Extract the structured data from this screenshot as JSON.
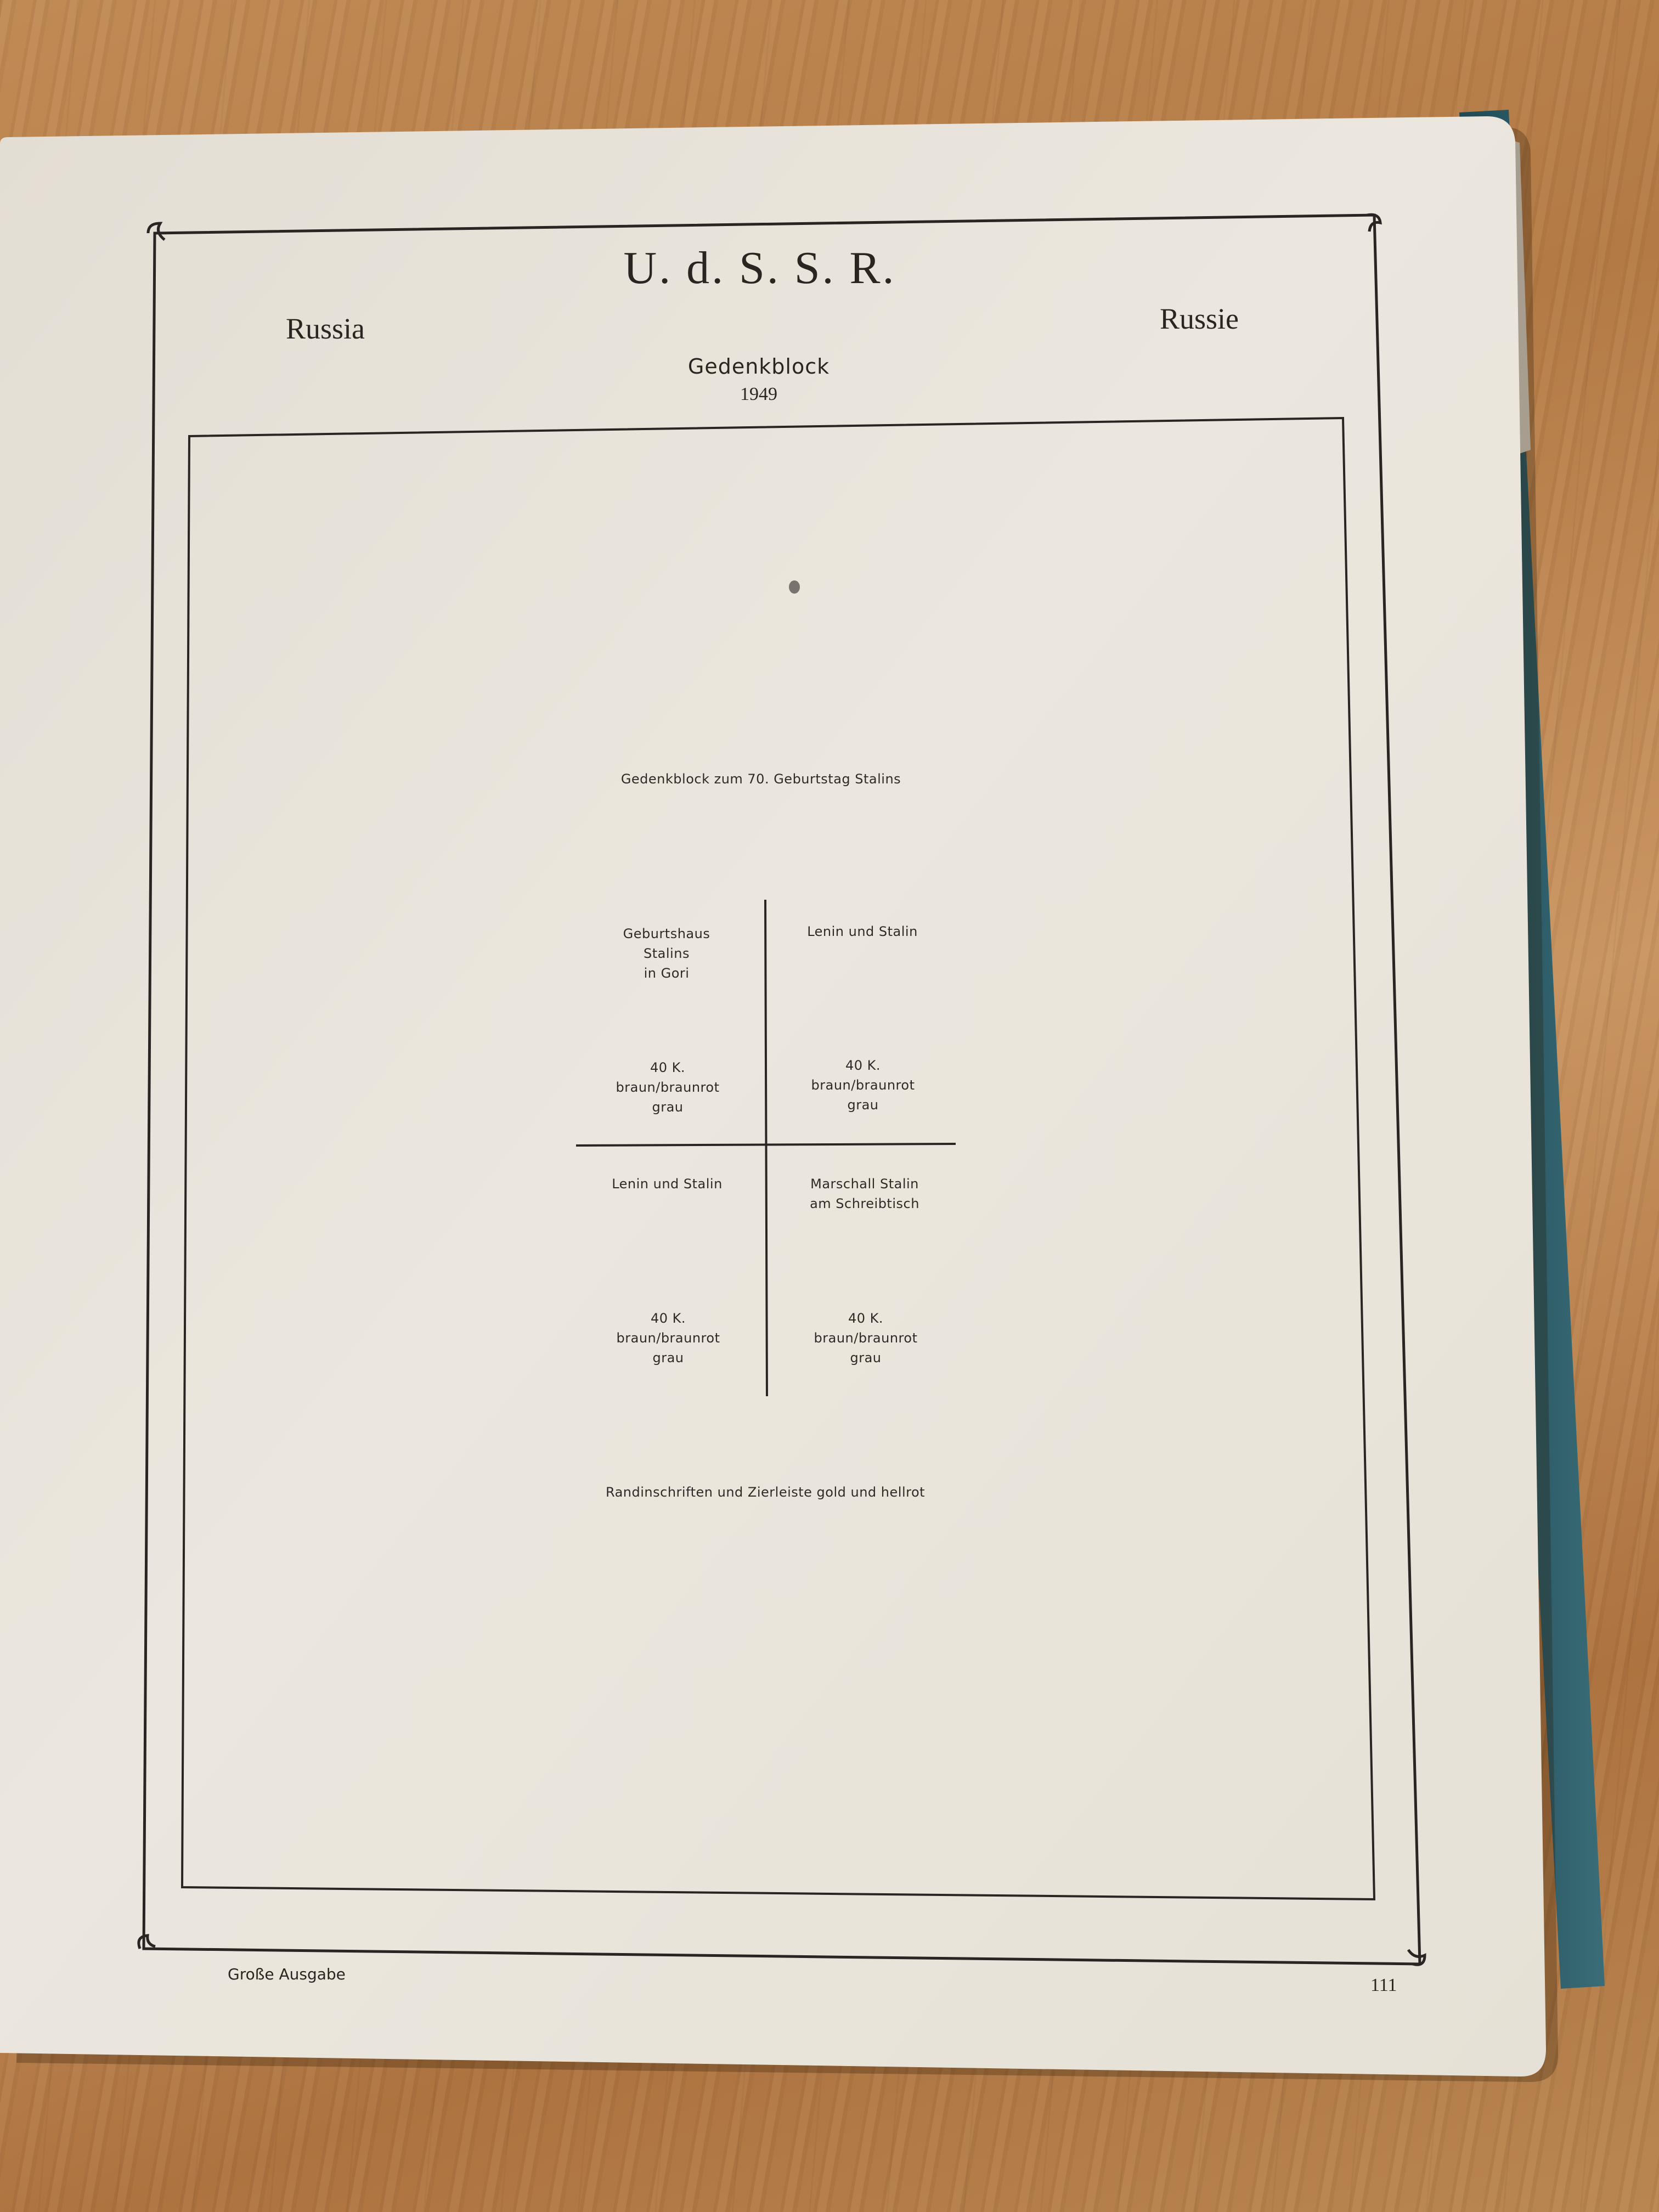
{
  "page": {
    "title": "U. d. S. S. R.",
    "left_country": "Russia",
    "right_country": "Russie",
    "section": "Gedenkblock",
    "year": "1949",
    "block_caption": "Gedenkblock zum 70. Geburtstag Stalins",
    "stamps": [
      {
        "lines": [
          "Geburtshaus",
          "Stalins",
          "in Gori"
        ],
        "value": "40 K.",
        "colors": [
          "braun/braunrot",
          "grau"
        ]
      },
      {
        "lines": [
          "Lenin und Stalin"
        ],
        "value": "40 K.",
        "colors": [
          "braun/braunrot",
          "grau"
        ]
      },
      {
        "lines": [
          "Lenin und Stalin"
        ],
        "value": "40 K.",
        "colors": [
          "braun/braunrot",
          "grau"
        ]
      },
      {
        "lines": [
          "Marschall Stalin",
          "am Schreibtisch"
        ],
        "value": "40 K.",
        "colors": [
          "braun/braunrot",
          "grau"
        ]
      }
    ],
    "margin_note": "Randinschriften und Zierleiste gold und hellrot",
    "footer_left": "Große Ausgabe",
    "page_number": "111"
  },
  "colors": {
    "paper": "#ebe6dc",
    "ink": "#2b2522",
    "wood": "#b8814c",
    "binder": "#2d5c68"
  }
}
